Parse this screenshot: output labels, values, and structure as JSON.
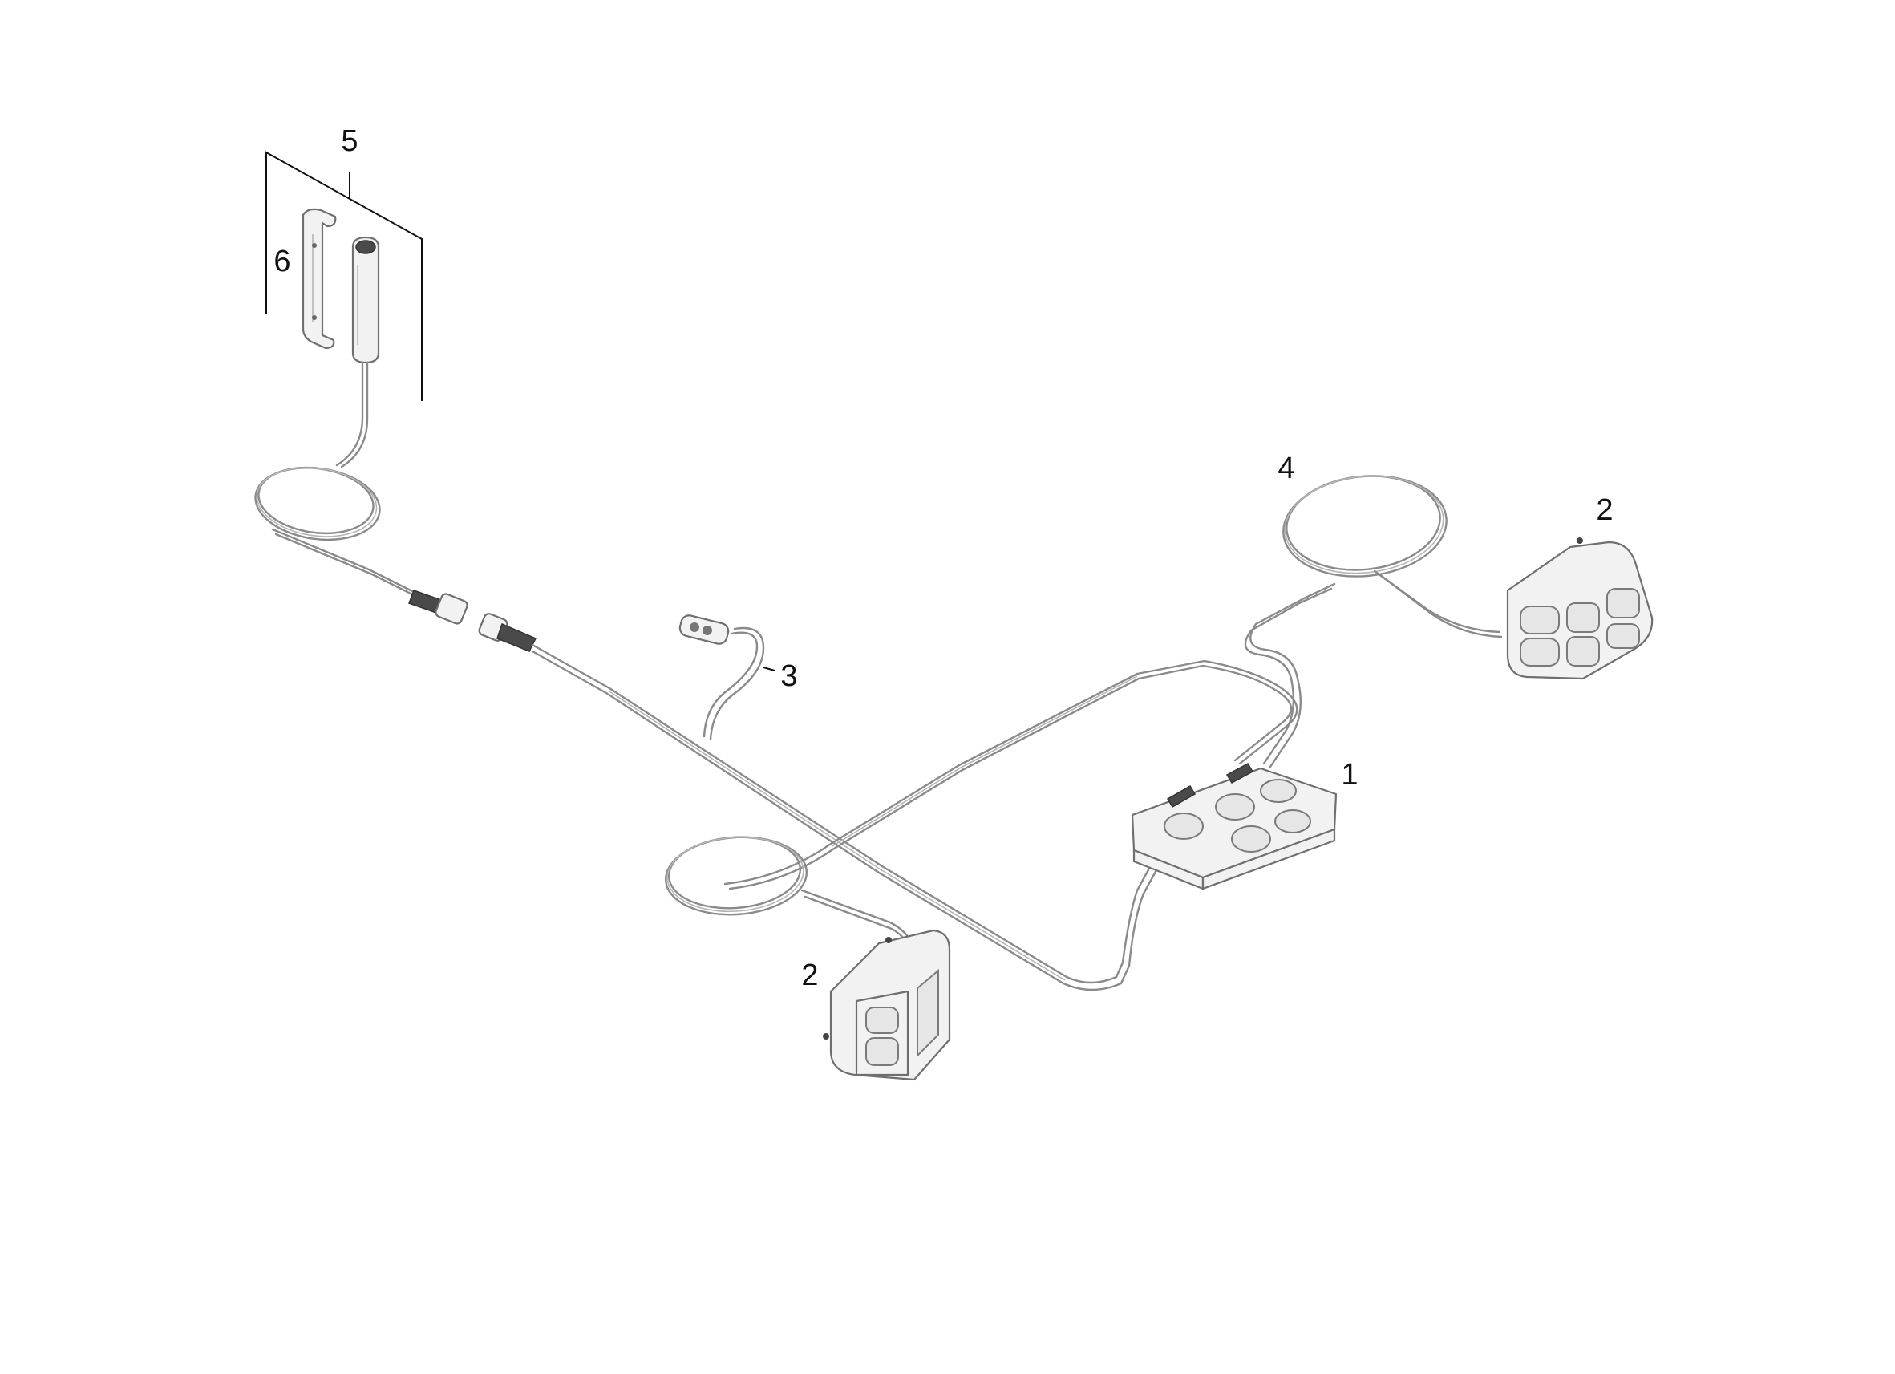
{
  "callouts": {
    "main_harness": "1",
    "lamp_left": "2",
    "lamp_right": "2",
    "connector_plug": "3",
    "extension_cable": "4",
    "socket_kit": "5",
    "bracket": "6"
  }
}
